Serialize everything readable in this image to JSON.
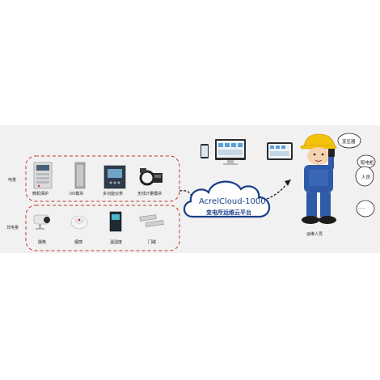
{
  "groups": {
    "electric_label": "电量",
    "nonelectric_label": "非电量"
  },
  "devices_electric": [
    {
      "label": "微机保护",
      "icon": "protection-relay-icon"
    },
    {
      "label": "I/O模块",
      "icon": "io-module-icon"
    },
    {
      "label": "多功能仪表",
      "icon": "multifunction-meter-icon"
    },
    {
      "label": "无线计量模块",
      "icon": "wireless-meter-icon"
    }
  ],
  "devices_nonelectric": [
    {
      "label": "摄像",
      "icon": "camera-icon"
    },
    {
      "label": "烟感",
      "icon": "smoke-sensor-icon"
    },
    {
      "label": "温湿度",
      "icon": "thermo-hygrometer-icon"
    },
    {
      "label": "门磁",
      "icon": "door-magnet-icon"
    }
  ],
  "cloud": {
    "title": "AcrelCloud-1000",
    "subtitle": "变电所运维云平台"
  },
  "worker": {
    "label": "运维人员",
    "bubbles": [
      "变压器",
      "配电柜",
      "人员",
      "....."
    ]
  },
  "colors": {
    "dashed_border": "#c0392b",
    "cloud_stroke": "#1a3f8a",
    "helmet": "#f4c20d",
    "uniform": "#2f5aa8"
  }
}
